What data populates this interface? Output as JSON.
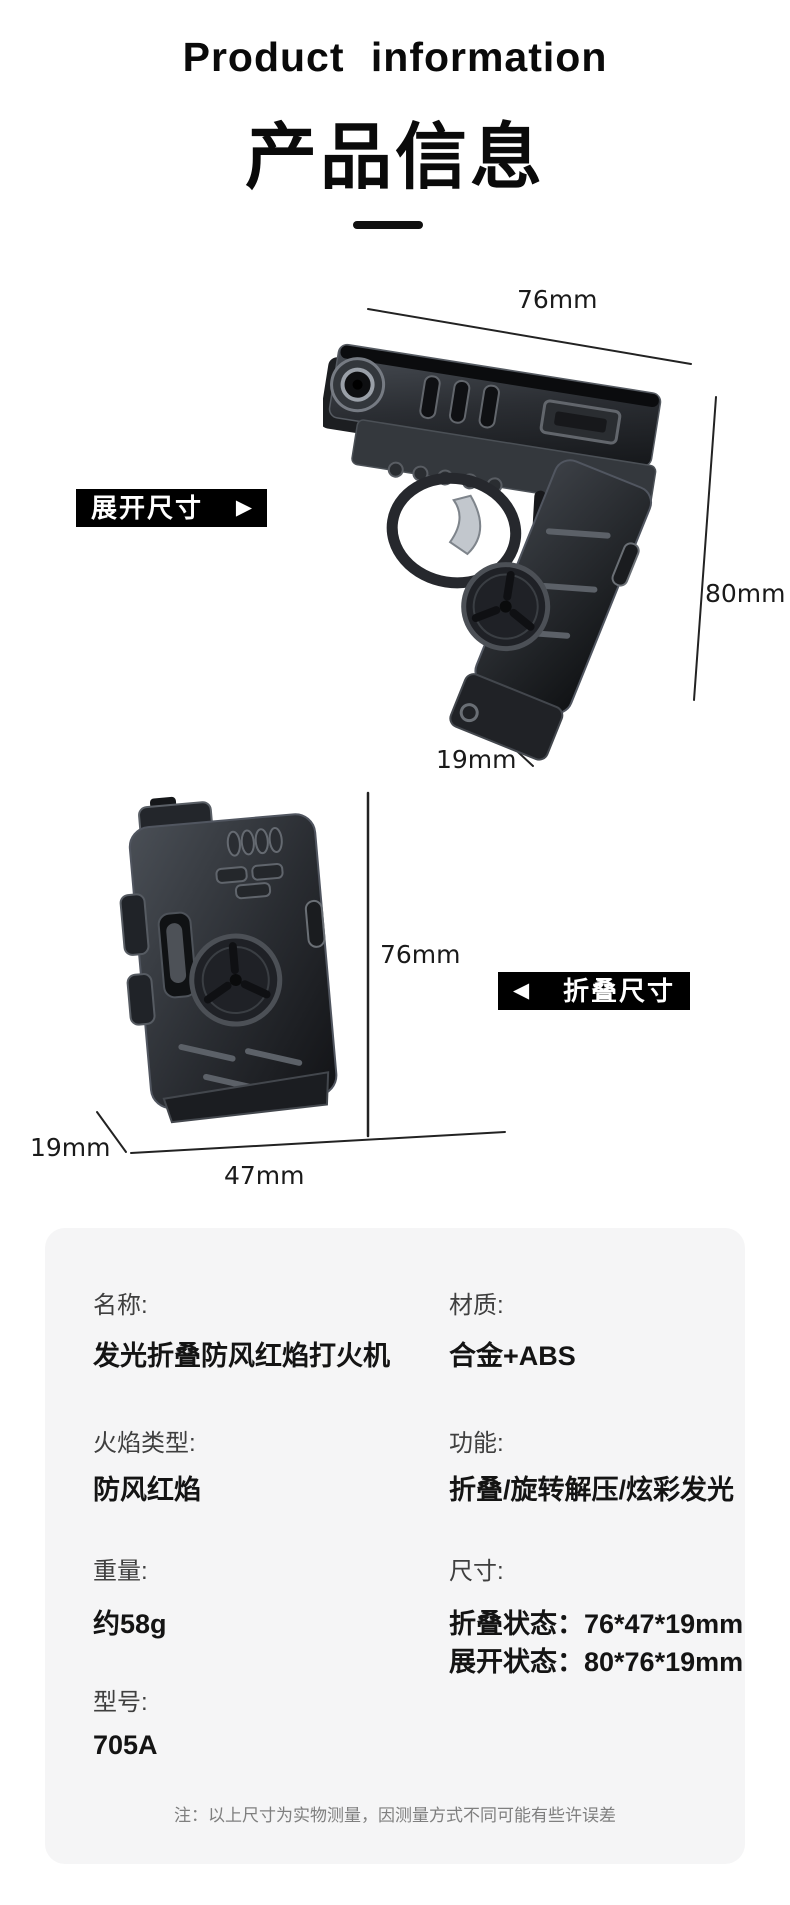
{
  "header": {
    "title_en": "Product information",
    "title_zh": "产品信息"
  },
  "unfolded": {
    "badge_label": "展开尺寸",
    "badge_arrow": "▶",
    "width_label": "76mm",
    "height_label": "80mm",
    "depth_label": "19mm"
  },
  "folded": {
    "badge_label": "折叠尺寸",
    "badge_arrow": "◀",
    "height_label": "76mm",
    "depth_label": "19mm",
    "width_label": "47mm"
  },
  "specs": {
    "name_label": "名称:",
    "name_value": "发光折叠防风红焰打火机",
    "material_label": "材质:",
    "material_value": "合金+ABS",
    "flame_label": "火焰类型:",
    "flame_value": "防风红焰",
    "function_label": "功能:",
    "function_value": "折叠/旋转解压/炫彩发光",
    "weight_label": "重量:",
    "weight_value": "约58g",
    "size_label": "尺寸:",
    "size_value_folded": "折叠状态：76*47*19mm",
    "size_value_unfolded": "展开状态：80*76*19mm",
    "model_label": "型号:",
    "model_value": "705A",
    "note": "注：以上尺寸为实物测量，因测量方式不同可能有些许误差"
  },
  "colors": {
    "badge_bg": "#000000",
    "badge_text": "#ffffff",
    "card_bg": "#f5f5f6",
    "label_text": "#3f3f3f",
    "value_text": "#141414",
    "note_text": "#7f7f7f",
    "dim_line": "#222222",
    "gunmetal_dark": "#15171a",
    "gunmetal_mid": "#33373c",
    "gunmetal_light": "#6a6f76"
  }
}
